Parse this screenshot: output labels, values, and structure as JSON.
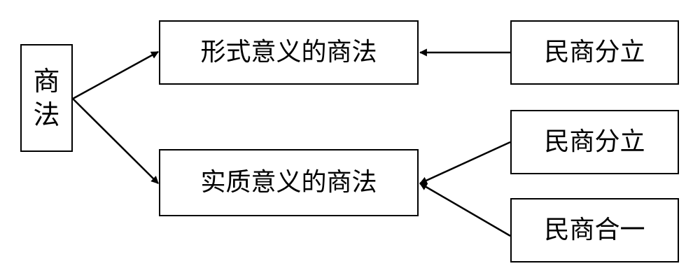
{
  "root": {
    "char1": "商",
    "char2": "法"
  },
  "targets": {
    "formal": "形式意义的商法",
    "material": "实质意义的商法"
  },
  "sources": {
    "formal_source": "民商分立",
    "material_source_1": "民商分立",
    "material_source_2": "民商合一"
  },
  "colors": {
    "line": "#000000",
    "box_border": "#000000",
    "background": "#ffffff"
  }
}
